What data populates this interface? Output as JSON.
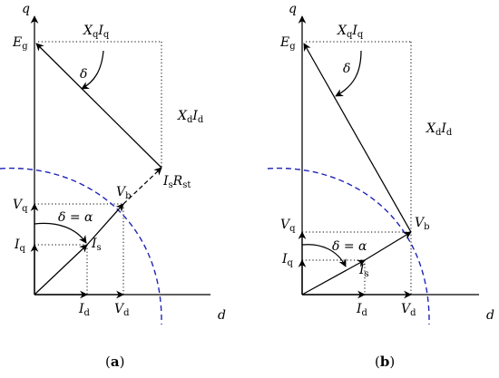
{
  "panel_a": {
    "axis_q": "q",
    "axis_d": "d",
    "Eg": "E",
    "Eg_sub": "g",
    "XqIq_X": "X",
    "XqIq_q1": "q",
    "XqIq_I": "I",
    "XqIq_q2": "q",
    "delta": "δ",
    "XdId_X": "X",
    "XdId_d1": "d",
    "XdId_I": "I",
    "XdId_d2": "d",
    "IsRst_I": "I",
    "IsRst_s": "s",
    "IsRst_R": "R",
    "IsRst_st": "st",
    "Vq": "V",
    "Vq_sub": "q",
    "Vb": "V",
    "Vb_sub": "b",
    "delta_eq_alpha": "δ = α",
    "Iq": "I",
    "Iq_sub": "q",
    "Is": "I",
    "Is_sub": "s",
    "Id": "I",
    "Id_sub": "d",
    "Vd": "V",
    "Vd_sub": "d",
    "caption_open": "(",
    "caption_letter": "a",
    "caption_close": ")"
  },
  "panel_b": {
    "axis_q": "q",
    "axis_d": "d",
    "Eg": "E",
    "Eg_sub": "g",
    "XqIq_X": "X",
    "XqIq_q1": "q",
    "XqIq_I": "I",
    "XqIq_q2": "q",
    "delta": "δ",
    "XdId_X": "X",
    "XdId_d1": "d",
    "XdId_I": "I",
    "XdId_d2": "d",
    "Vb": "V",
    "Vb_sub": "b",
    "Vq": "V",
    "Vq_sub": "q",
    "delta_eq_alpha": "δ = α",
    "Iq": "I",
    "Iq_sub": "q",
    "Is": "I",
    "Is_sub": "s",
    "Id": "I",
    "Id_sub": "d",
    "Vd": "V",
    "Vd_sub": "d",
    "caption_open": "(",
    "caption_letter": "b",
    "caption_close": ")"
  },
  "colors": {
    "circle_arc": "#1f24b8",
    "lines": "#000000"
  }
}
